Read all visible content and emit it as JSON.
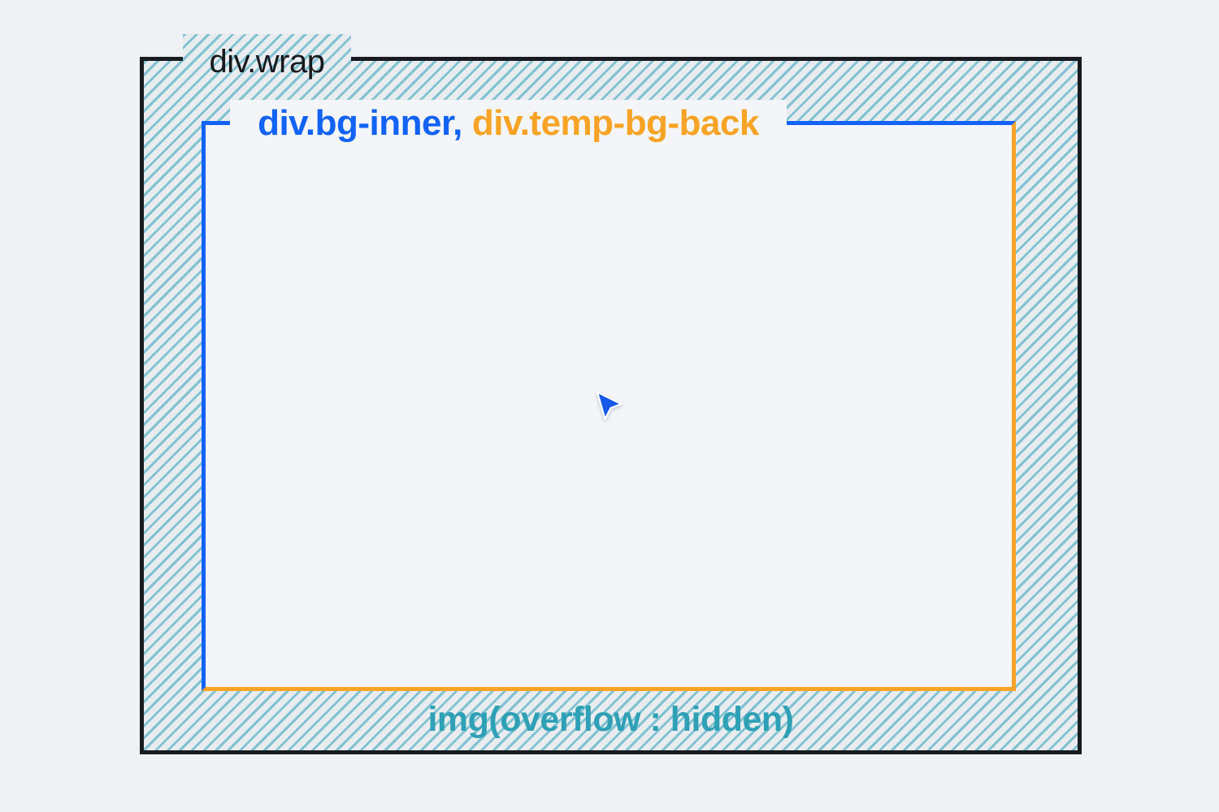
{
  "diagram": {
    "wrap_box": {
      "label": "div.wrap",
      "border_color": "#181b20"
    },
    "inner_box": {
      "label_blue": "div.bg-inner,",
      "label_orange": "div.temp-bg-back",
      "blue_border_color": "#1263f5",
      "orange_border_color": "#f7a325",
      "fill_color": "#f3f5f8"
    },
    "img_label": {
      "text": "img(overflow : hidden)",
      "color": "#2fa0b5"
    },
    "hatch": {
      "stripe_color": "#7fc2d3",
      "background_color": "#e9ecee"
    },
    "page_background": "#eff1f5",
    "cursor_color": "#1758ea"
  }
}
